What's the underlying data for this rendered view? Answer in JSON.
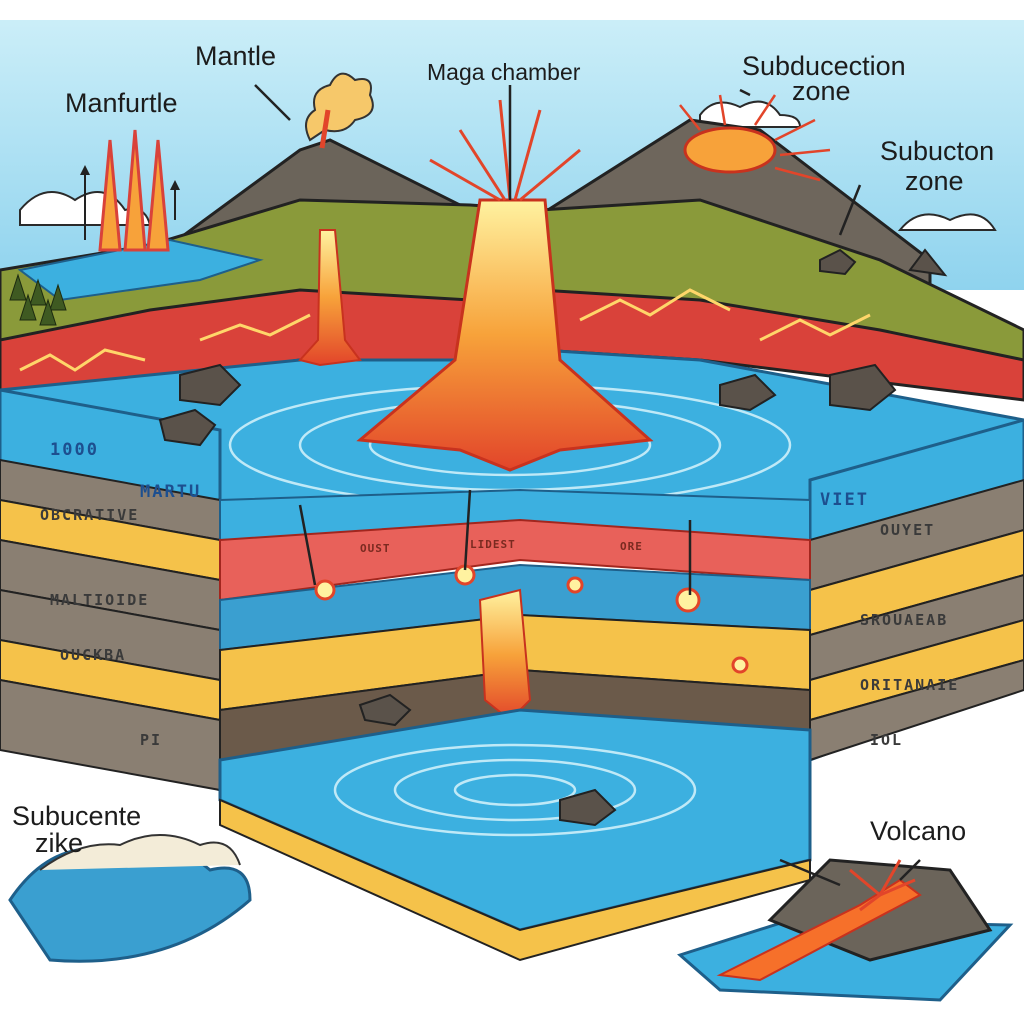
{
  "labels": {
    "mantle_top": "Mantle",
    "manfurtle": "Manfurtle",
    "maga_chamber": "Maga chamber",
    "subduction_top_line1": "Subducection",
    "subduction_top_line2": "zone",
    "subducton_line1": "Subucton",
    "subducton_line2": "zone",
    "subucente_line1": "Subucente",
    "subucente_line2": "zike",
    "volcano": "Volcano"
  },
  "left_face": {
    "label_1": "1000",
    "label_2": "MARTU",
    "label_3": "OBCRATIVE",
    "label_4": "MALTIOIDE",
    "label_5": "OUCKBA",
    "label_6": "PI"
  },
  "right_face": {
    "label_1": "VIET",
    "label_2": "OUYET",
    "label_3": "SROUAEAB",
    "label_4": "ORITANAIE",
    "label_5": "IOL"
  },
  "inner_labels": {
    "a": "OUST",
    "b": "LIDEST",
    "c": "ORE"
  },
  "colors": {
    "sky": "#8fd3ee",
    "water": "#3cb0e0",
    "crust_red": "#d9423a",
    "sand": "#f5c24a",
    "rock_grey": "#8a7f72",
    "lava": "#f6702a",
    "grass": "#8a9a3a"
  }
}
